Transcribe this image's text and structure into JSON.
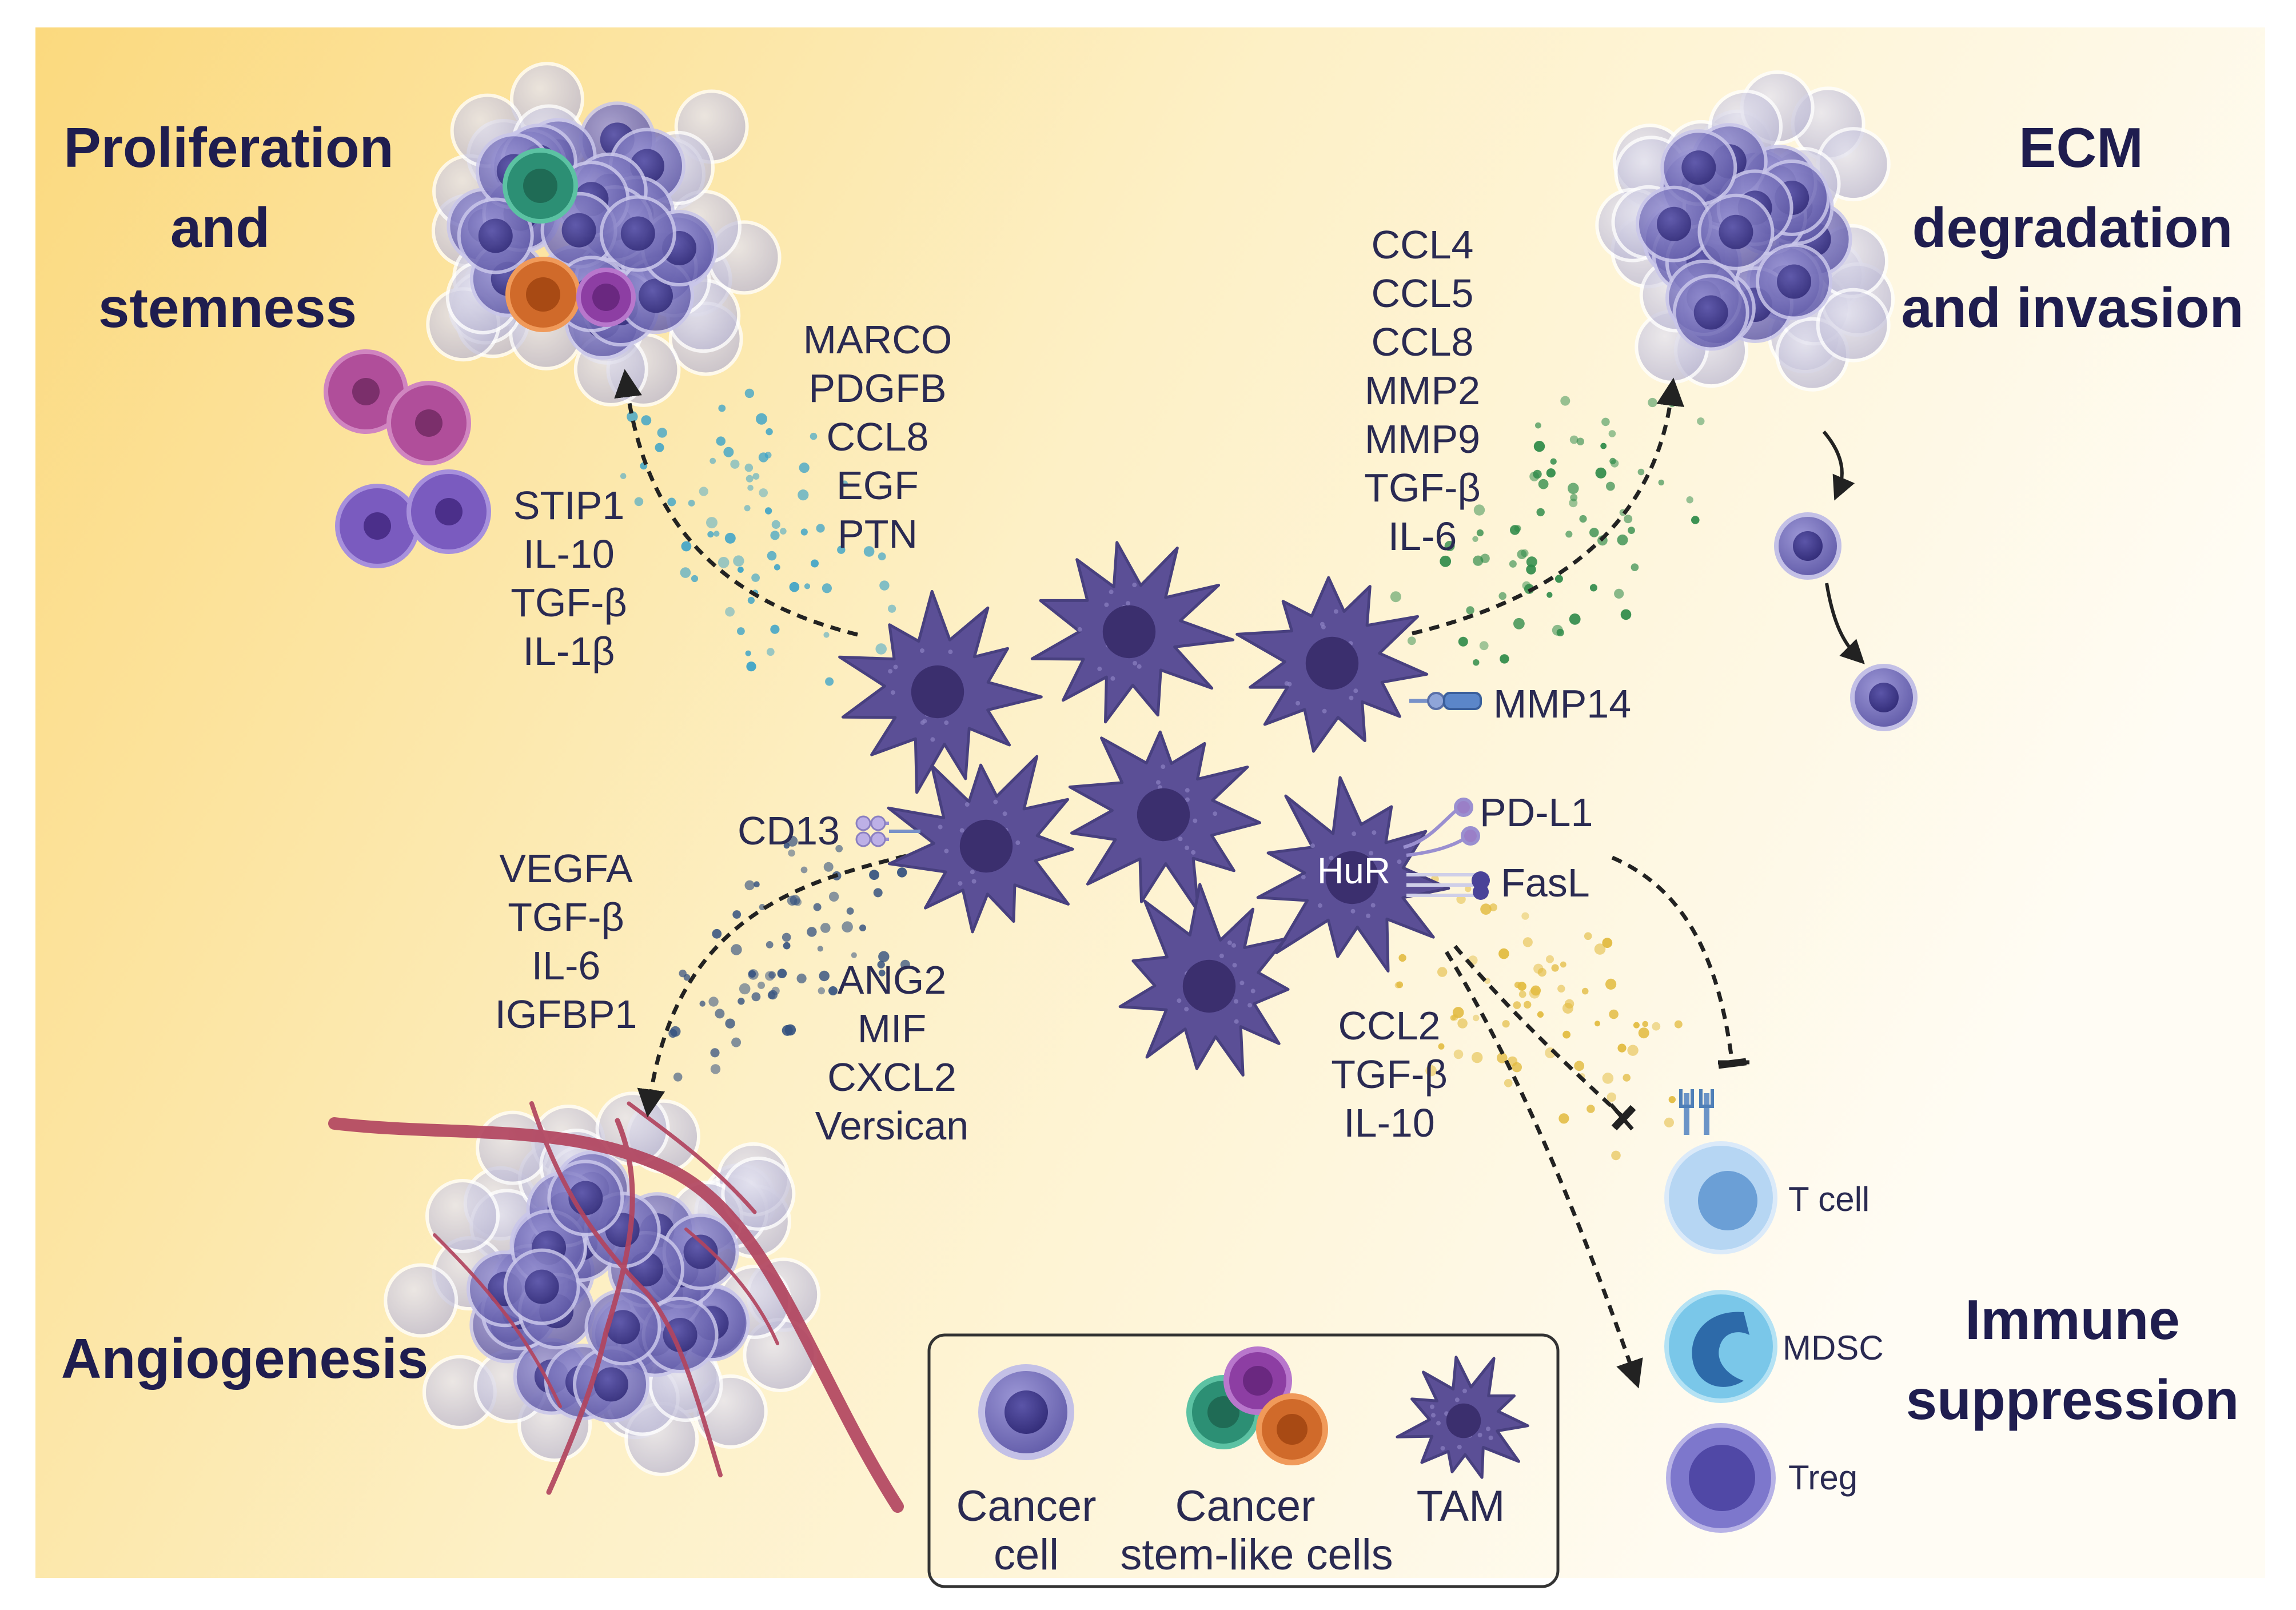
{
  "headings": {
    "proliferation": [
      "Proliferation",
      "and",
      "stemness"
    ],
    "ecm": [
      "ECM",
      "degradation",
      "and invasion"
    ],
    "angiogenesis": [
      "Angiogenesis"
    ],
    "immune": [
      "Immune",
      "suppression"
    ]
  },
  "factors": {
    "proliferation_right": [
      "MARCO",
      "PDGFB",
      "CCL8",
      "EGF",
      "PTN"
    ],
    "proliferation_left": [
      "STIP1",
      "IL-10",
      "TGF-β",
      "IL-1β"
    ],
    "ecm": [
      "CCL4",
      "CCL5",
      "CCL8",
      "MMP2",
      "MMP9",
      "TGF-β",
      "IL-6"
    ],
    "angio_left": [
      "VEGFA",
      "TGF-β",
      "IL-6",
      "IGFBP1"
    ],
    "angio_right": [
      "ANG2",
      "MIF",
      "CXCL2",
      "Versican"
    ],
    "immune": [
      "CCL2",
      "TGF-β",
      "IL-10"
    ]
  },
  "receptors": {
    "mmp14": "MMP14",
    "cd13": "CD13",
    "pdl1": "PD-L1",
    "fasl": "FasL",
    "hur": "HuR"
  },
  "immune_cells": {
    "tcell": "T cell",
    "mdsc": "MDSC",
    "treg": "Treg"
  },
  "legend": {
    "cancer_cell": [
      "Cancer",
      "cell"
    ],
    "stem_cells": [
      "Cancer",
      "stem-like cells"
    ],
    "tam": "TAM"
  },
  "colors": {
    "background_warm": "#fbdf8a",
    "background_light": "#fffdf6",
    "heading": "#1f1d4f",
    "label": "#2a2a52",
    "tam": "#5b4f96",
    "tam_nucleus": "#3b2f6e",
    "cancer_cell": "#6a64b0",
    "vessel": "#b2455f",
    "dots_blue": "#3aa2c8",
    "dots_green": "#2e8a48",
    "dots_navy": "#34517f",
    "dots_gold": "#e2bb40",
    "stem_green": "#2c8f74",
    "stem_orange": "#d06a2a",
    "stem_purple": "#8d3ea3"
  },
  "icons": [
    "tam-icon",
    "cancer-cell-icon",
    "stem-cell-icon",
    "tumor-cluster-icon",
    "blood-vessel-icon",
    "t-cell-icon",
    "mdsc-icon",
    "treg-icon",
    "receptor-icon",
    "arrow-icon",
    "inhibition-icon"
  ]
}
